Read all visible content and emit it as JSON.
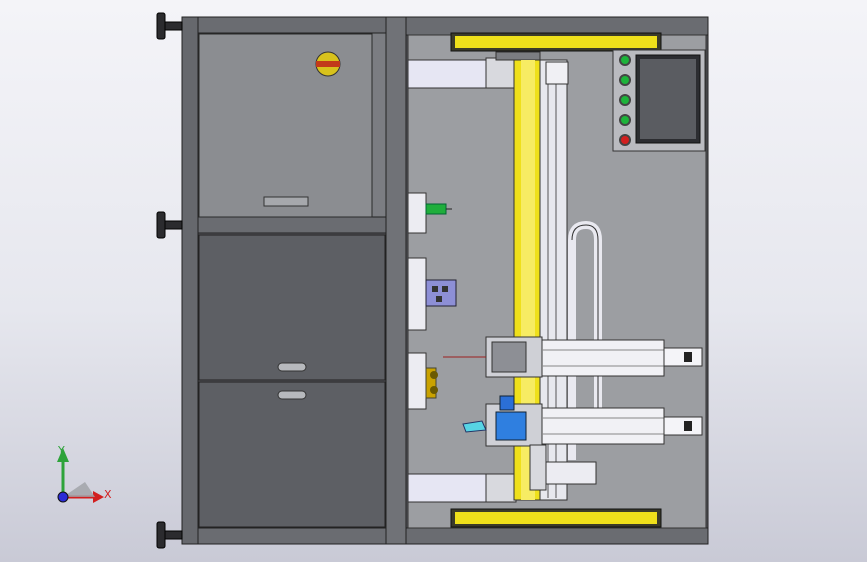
{
  "view": {
    "background_top": "#f4f4f8",
    "background_bottom": "#c9cad6",
    "frame_color": "#5a5c61",
    "panel_color": "#8d8f93",
    "deck_color": "#9fa1a4",
    "rail_yellow": "#f2e21a",
    "accent_blue": "#2b6fd6",
    "indicator_green": "#1db33a",
    "indicator_red": "#d21f1f"
  },
  "triad": {
    "x_label": "X",
    "y_label": "Y",
    "x_color": "#d21f1f",
    "y_color": "#2ea33a",
    "z_color": "#2b2bd6"
  },
  "control_panel": {
    "indicator_lights": [
      "green",
      "green",
      "green",
      "green",
      "red"
    ]
  }
}
